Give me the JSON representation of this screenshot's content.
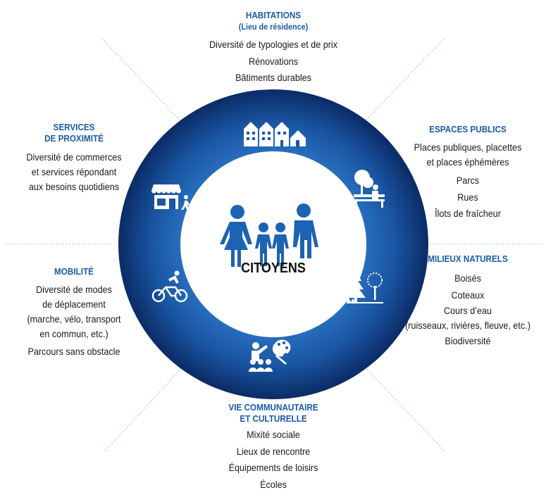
{
  "center": {
    "label": "CITOYENS",
    "icon": "family-icon"
  },
  "colors": {
    "ring_outer": "#0d2f6b",
    "ring_inner": "#1d63b3",
    "heading": "#1a5aa6",
    "dotted_line": "#8fd0c9"
  },
  "sections": {
    "habitations": {
      "title": "HABITATIONS",
      "subtitle": "(Lieu de résidence)",
      "items": [
        "Diversité de typologies et de prix",
        "Rénovations",
        "Bâtiments durables"
      ],
      "icon": "houses-icon"
    },
    "espaces_publics": {
      "title": "ESPACES PUBLICS",
      "items": [
        "Places publiques, placettes",
        "et places éphémères",
        "Parcs",
        "Rues",
        "Îlots de fraîcheur"
      ],
      "icon": "park-bench-icon"
    },
    "milieux_naturels": {
      "title": "MILIEUX NATURELS",
      "items": [
        "Boisés",
        "Coteaux",
        "Cours d’eau",
        "(ruisseaux, rivières, fleuve, etc.)",
        "Biodiversité"
      ],
      "icon": "trees-icon"
    },
    "vie_communautaire": {
      "title_1": "VIE COMMUNAUTAIRE",
      "title_2": "ET CULTURELLE",
      "items": [
        "Mixité sociale",
        "Lieux de rencontre",
        "Équipements de loisirs",
        "Écoles"
      ],
      "icon": "community-art-icon"
    },
    "mobilite": {
      "title": "MOBILITÉ",
      "items": [
        "Diversité de modes",
        "de déplacement",
        "(marche, vélo, transport",
        "en commun, etc.)",
        "Parcours sans obstacle"
      ],
      "icon": "cyclist-icon"
    },
    "services": {
      "title_1": "SERVICES",
      "title_2": "DE PROXIMITÉ",
      "items": [
        "Diversité de commerces",
        "et services répondant",
        "aux besoins quotidiens"
      ],
      "icon": "storefront-icon"
    }
  }
}
